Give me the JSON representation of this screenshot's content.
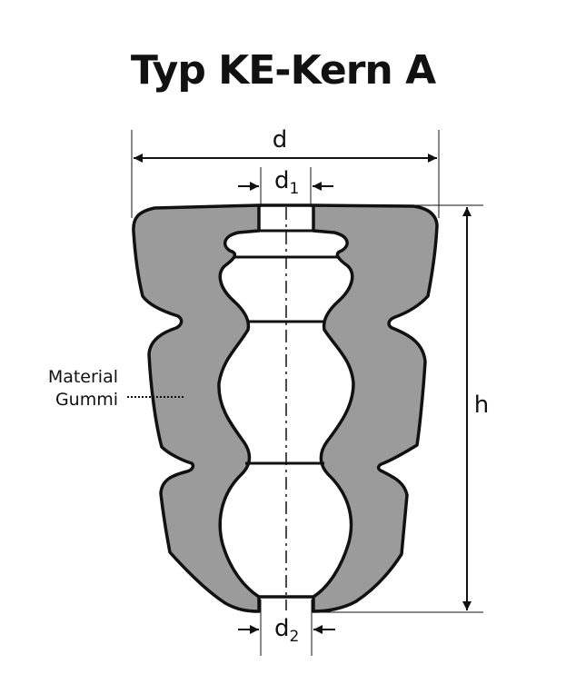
{
  "title": "Typ KE-Kern A",
  "dimensions": {
    "outer_diameter": "d",
    "top_hole": {
      "base": "d",
      "sub": "1"
    },
    "bottom_hole": {
      "base": "d",
      "sub": "2"
    },
    "height": "h"
  },
  "material": {
    "line1": "Material",
    "line2": "Gummi"
  },
  "colors": {
    "rubber_fill": "#9b9b9b",
    "outline": "#111111",
    "background": "#ffffff"
  }
}
